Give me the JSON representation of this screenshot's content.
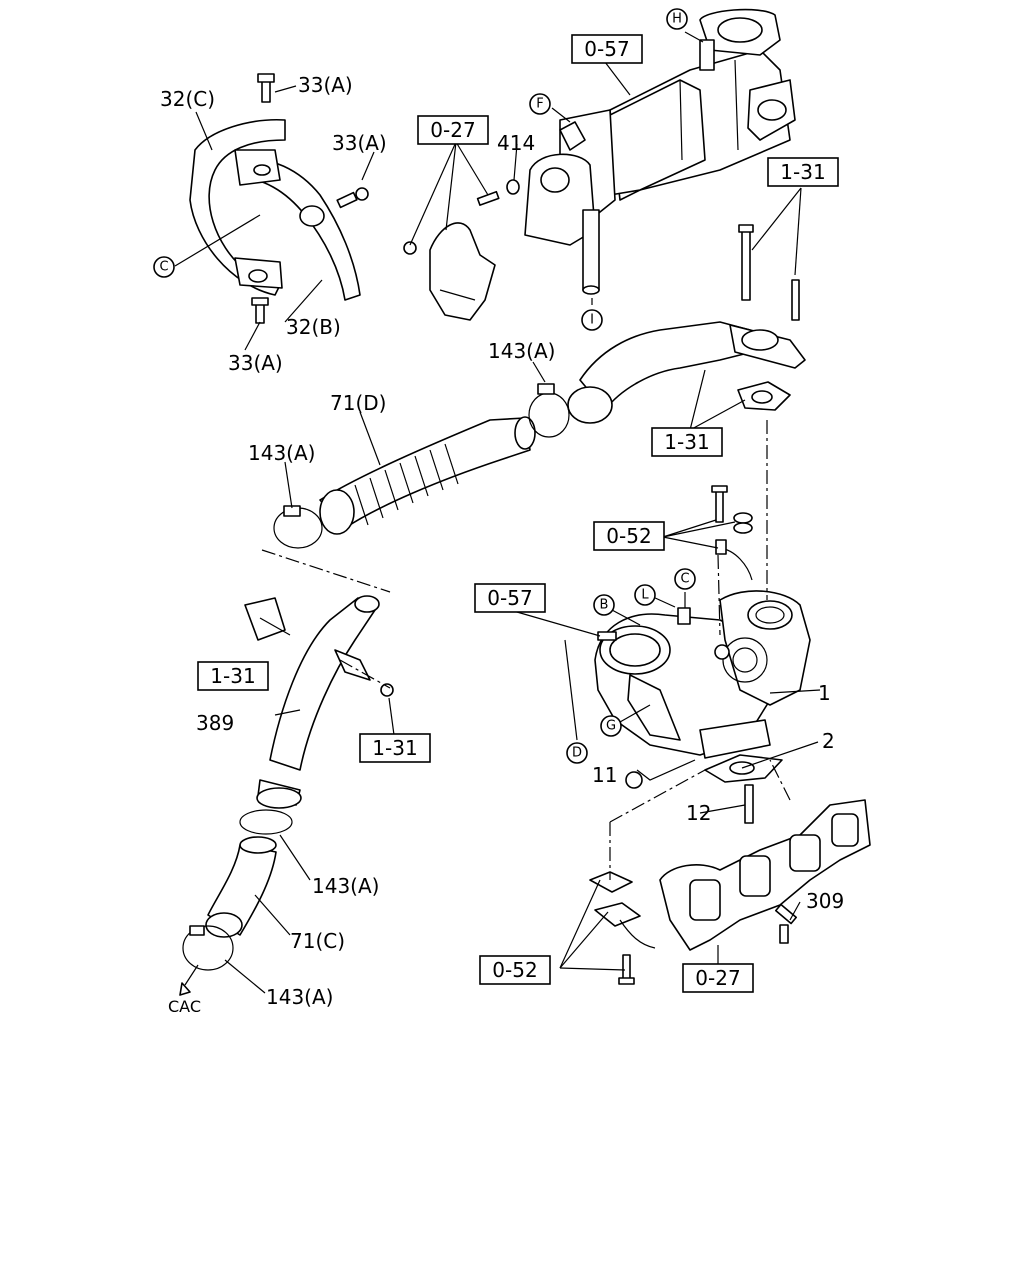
{
  "part_labels": {
    "p33a_top": "33(A)",
    "p33a_mid": "33(A)",
    "p33a_bot": "33(A)",
    "p32c": "32(C)",
    "p32b": "32(B)",
    "p414": "414",
    "p143a_1": "143(A)",
    "p71d": "71(D)",
    "p143a_2": "143(A)",
    "p389": "389",
    "p143a_3": "143(A)",
    "p71c": "71(C)",
    "p143a_4": "143(A)",
    "cac": "CAC",
    "p1": "1",
    "p2": "2",
    "p11": "11",
    "p12": "12",
    "p309": "309"
  },
  "ref_boxes": {
    "b057_top": "0-57",
    "b027_top": "0-27",
    "b131_top": "1-31",
    "b131_mid": "1-31",
    "b052_mid": "0-52",
    "b057_mid": "0-57",
    "b131_left": "1-31",
    "b131_lower": "1-31",
    "b052_bot": "0-52",
    "b027_bot": "0-27"
  },
  "circle_markers": {
    "H": "H",
    "F": "F",
    "C_left": "C",
    "I": "I",
    "C_turbo": "C",
    "B": "B",
    "L": "L",
    "G": "G",
    "D": "D"
  }
}
